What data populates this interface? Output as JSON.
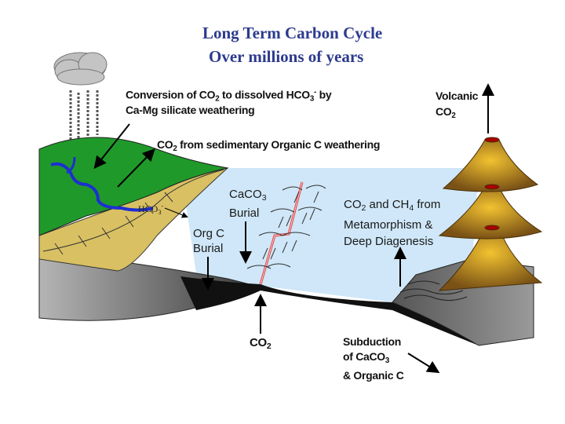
{
  "title": {
    "line1": "Long Term Carbon Cycle",
    "line2": "Over millions of years"
  },
  "labels": {
    "conversion": {
      "a": "Conversion of CO",
      "sub1": "2",
      "b": " to dissolved HCO",
      "sub2": "3",
      "sup": "-",
      "c": " by",
      "line2": "Ca-Mg silicate weathering"
    },
    "sed_weathering": {
      "a": "CO",
      "sub": "2",
      "b": " from sedimentary Organic C weathering"
    },
    "volcanic": {
      "line1": "Volcanic",
      "a": "CO",
      "sub": "2"
    },
    "caco3_burial": {
      "a": "CaCO",
      "sub": "3",
      "line2": "Burial"
    },
    "orgc_burial": {
      "line1": "Org C",
      "line2": "Burial"
    },
    "metamorphism": {
      "a": "CO",
      "sub1": "2",
      "b": " and CH",
      "sub2": "4",
      "c": " from",
      "line2": "Metamorphism &",
      "line3": "Deep Diagenesis"
    },
    "hco3": {
      "a": "HCO",
      "sub": "3",
      "sup": "-"
    },
    "ridge_co2": {
      "a": "CO",
      "sub": "2"
    },
    "subduction": {
      "line1": "Subduction",
      "a": "of CaCO",
      "sub": "3",
      "line3": "& Organic C"
    }
  },
  "colors": {
    "title": "#2c3b8e",
    "ocean": "#cfe7f8",
    "land": "#1f9a2a",
    "sediment": "#d8c063",
    "volcano": "#a07424",
    "river": "#1d2fd0"
  }
}
